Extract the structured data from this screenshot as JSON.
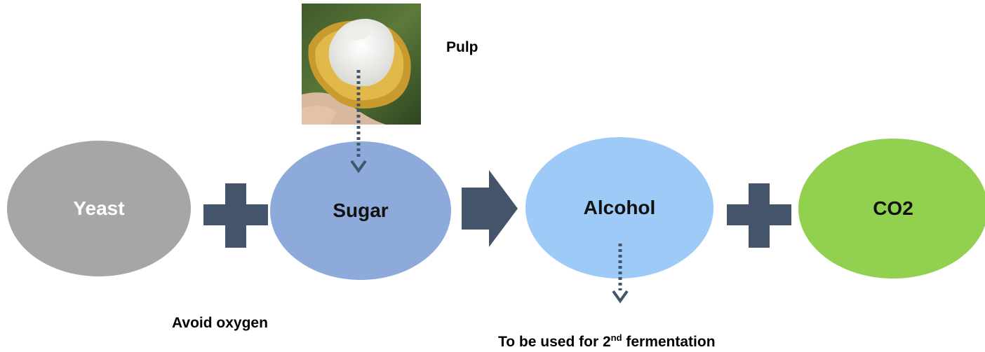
{
  "nodes": {
    "yeast": "Yeast",
    "sugar": "Sugar",
    "alcohol": "Alcohol",
    "co2": "CO2"
  },
  "labels": {
    "pulp": "Pulp",
    "avoid_oxygen": "Avoid oxygen",
    "second_fermentation_prefix": "To be used for 2",
    "second_fermentation_superscript": "nd",
    "second_fermentation_suffix": " fermentation"
  },
  "colors": {
    "yeast": "#a6a6a6",
    "sugar": "#8eaadb",
    "alcohol": "#9dcaf7",
    "co2": "#92d050",
    "operator": "#44546a",
    "dotted_arrow": "#44546a"
  },
  "icons": {
    "plus_operator": "plus-icon",
    "process_arrow": "right-arrow-icon",
    "dotted_arrow": "dotted-down-arrow-icon",
    "pulp_photo": "cocoa-pod-photo"
  }
}
